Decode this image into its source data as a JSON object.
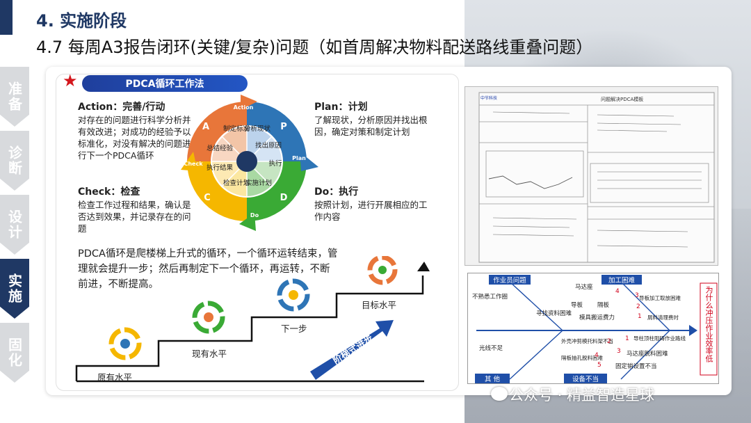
{
  "header": {
    "title": "4. 实施阶段",
    "subtitle": "4.7 每周A3报告闭环(关键/复杂)问题（如首周解决物料配送路线重叠问题）"
  },
  "sidebar": {
    "tabs": [
      {
        "label": "准备",
        "active": false
      },
      {
        "label": "诊断",
        "active": false
      },
      {
        "label": "设计",
        "active": false
      },
      {
        "label": "实施",
        "active": true
      },
      {
        "label": "固化",
        "active": false
      }
    ]
  },
  "pdca": {
    "pill_label": "PDCA循环工作法",
    "action": {
      "heading": "Action：完善/行动",
      "body": "对存在的问题进行科学分析并有效改进；对成功的经验予以标准化，对没有解决的问题进行下一个PDCA循环"
    },
    "check": {
      "heading": "Check：检查",
      "body": "检查工作过程和结果，确认是否达到效果，并记录存在的问题"
    },
    "plan": {
      "heading": "Plan：计划",
      "body": "了解现状，分析原因并找出根因，确定对策和制定计划"
    },
    "do": {
      "heading": "Do：执行",
      "body": "按照计划，进行开展相应的工作内容"
    },
    "wheel": {
      "outer_labels": {
        "action": "Action",
        "plan": "Plan",
        "do": "Do",
        "check": "Check"
      },
      "letters": {
        "a": "A",
        "p": "P",
        "d": "D",
        "c": "C"
      },
      "inner": [
        "分析现状",
        "找出原因",
        "执行",
        "实施计划",
        "检查计划",
        "执行结果",
        "总结经验",
        "制定标准"
      ]
    }
  },
  "staircase": {
    "description": "PDCA循环是爬楼梯上升式的循环，一个循环运转结束，管理就会提升一步；然后再制定下一个循环，再运转，不断前进，不断提高。",
    "labels": {
      "start": "原有水平",
      "current": "现有水平",
      "next": "下一步",
      "target": "目标水平"
    },
    "arrow_label": "阶梯式进步"
  },
  "a3_doc": {
    "title": "问题解决PDCA模板",
    "logo": "中节科技"
  },
  "fishbone": {
    "top_left_cat": "作业员问题",
    "top_right_cat": "加工困难",
    "bottom_left_cat": "其 他",
    "bottom_right_cat": "设备不当",
    "head": "为什么冲压作业效率低",
    "causes": {
      "c1": "不熟悉工作圈",
      "c2": "寻找资料困难",
      "c3": "马达座",
      "c4": "导板",
      "c5": "隔板",
      "c6": "模具搬运费力",
      "c7": "导板加工取放困难",
      "c8": "屑料清理费时",
      "c9": "光线不足",
      "c10": "外壳冲剪模托料架不当",
      "c11": "隔板抽孔脱料困难",
      "c12": "导柱顶柱阻碍作业路线",
      "c13": "马达座脱料困难",
      "c14": "固定销设置不当"
    },
    "numbers": [
      "4",
      "3",
      "2",
      "1",
      "4",
      "5",
      "2",
      "1",
      "3"
    ]
  },
  "watermark": "公众号 · 精益智造星球",
  "colors": {
    "navy": "#1f3864",
    "plan": "#2e75b6",
    "do": "#3aaa35",
    "check": "#f5b700",
    "action": "#e8763a",
    "fish_red": "#d0021b",
    "fish_blue": "#1f4fa8"
  }
}
